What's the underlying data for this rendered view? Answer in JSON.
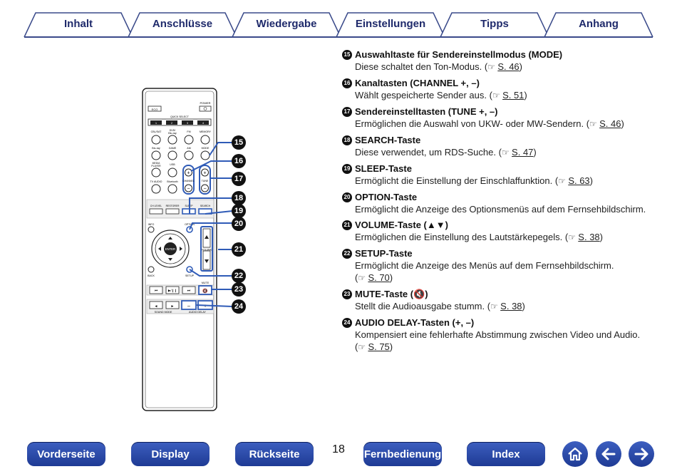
{
  "tabs": [
    {
      "label": "Inhalt"
    },
    {
      "label": "Anschlüsse"
    },
    {
      "label": "Wiedergabe"
    },
    {
      "label": "Einstellungen"
    },
    {
      "label": "Tipps"
    },
    {
      "label": "Anhang"
    }
  ],
  "remote": {
    "eco": "ECO",
    "power": "POWER",
    "quick_select": "QUICK SELECT",
    "qs_numbers": [
      "1",
      "2",
      "3",
      "4"
    ],
    "row1": [
      "CBL/SAT",
      "DVD/ Blu-ray",
      "FM",
      "MEMORY"
    ],
    "row2": [
      "Blu-ray",
      "GAME",
      "AM",
      "MODE"
    ],
    "row3": [
      "MEDIA PLAYER",
      "USB"
    ],
    "row4": [
      "TV AUDIO",
      "Bluetooth"
    ],
    "channel": "CHANNEL",
    "tune": "TUNE",
    "row5": [
      "CH LEVEL",
      "RESTORER",
      "SLEEP",
      "SEARCH"
    ],
    "info": "INFO",
    "option": "OPTION",
    "enter": "ENTER",
    "volume": "VOLUME",
    "back": "BACK",
    "setup": "SETUP",
    "mute": "MUTE",
    "sound_mode": "SOUND MODE",
    "audio_delay": "AUDIO DELAY"
  },
  "callouts": [
    "15",
    "16",
    "17",
    "18",
    "19",
    "20",
    "21",
    "22",
    "23",
    "24"
  ],
  "items": [
    {
      "num": "15",
      "title": "Auswahltaste für Sendereinstellmodus (MODE)",
      "lines": [
        "Diese schaltet den Ton-Modus."
      ],
      "page": "S. 46"
    },
    {
      "num": "16",
      "title": "Kanaltasten (CHANNEL +, –)",
      "lines": [
        "Wählt gespeicherte Sender aus."
      ],
      "page": "S. 51"
    },
    {
      "num": "17",
      "title": "Sendereinstelltasten (TUNE +, –)",
      "lines": [
        "Ermöglichen die Auswahl von UKW- oder MW-Sendern."
      ],
      "page": "S. 46"
    },
    {
      "num": "18",
      "title": "SEARCH-Taste",
      "lines": [
        "Diese verwendet, um RDS-Suche."
      ],
      "page": "S. 47"
    },
    {
      "num": "19",
      "title": "SLEEP-Taste",
      "lines": [
        "Ermöglicht die Einstellung der Einschlaffunktion."
      ],
      "page": "S. 63"
    },
    {
      "num": "20",
      "title": "OPTION-Taste",
      "lines": [
        "Ermöglicht die Anzeige des Optionsmenüs auf dem Fernsehbildschirm."
      ],
      "page": ""
    },
    {
      "num": "21",
      "title": "VOLUME-Taste (▲▼)",
      "lines": [
        "Ermöglichen die Einstellung des Lautstärkepegels."
      ],
      "page": "S. 38"
    },
    {
      "num": "22",
      "title": "SETUP-Taste",
      "lines": [
        "Ermöglicht die Anzeige des Menüs auf dem Fernsehbildschirm."
      ],
      "page": "S. 70",
      "page_newline": true
    },
    {
      "num": "23",
      "title": "MUTE-Taste (🔇)",
      "lines": [
        "Stellt die Audioausgabe stumm."
      ],
      "page": "S. 38"
    },
    {
      "num": "24",
      "title": "AUDIO DELAY-Tasten (+, –)",
      "lines": [
        "Kompensiert eine fehlerhafte Abstimmung zwischen Video und Audio."
      ],
      "page": "S. 75",
      "page_newline": true
    }
  ],
  "bottom_nav": {
    "buttons": [
      "Vorderseite",
      "Display",
      "Rückseite",
      "Fernbedienung",
      "Index"
    ],
    "page_number": "18",
    "icons": [
      "home-icon",
      "arrow-left-icon",
      "arrow-right-icon"
    ]
  },
  "colors": {
    "accent": "#1e3a94",
    "tab_text": "#1f2a6b",
    "highlight": "#2f5bb7"
  }
}
